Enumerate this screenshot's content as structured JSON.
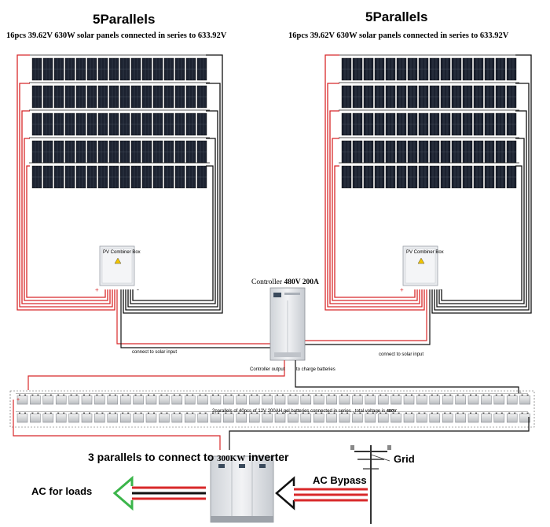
{
  "left_array": {
    "title": "5Parallels",
    "subtitle": "16pcs 39.62V 630W solar panels connected in series to 633.92V",
    "rows": 5,
    "panels_per_row": 16
  },
  "right_array": {
    "title": "5Parallels",
    "subtitle": "16pcs 39.62V 630W solar panels connected in series to 633.92V",
    "rows": 5,
    "panels_per_row": 16
  },
  "combiner_box": {
    "label": "PV Combiner Box",
    "plus": "+",
    "minus": "-"
  },
  "controller": {
    "label_prefix": "Controller ",
    "label_value": "480V 200A"
  },
  "connect_left": "connect to solar input",
  "connect_right": "connect to solar input",
  "controller_output": "Controller output",
  "to_charge": "to charge batteries",
  "battery": {
    "caption_prefix": "2parallels of",
    "caption_middle": "40pcs of 12V 200AH gel batteries connected in series , total voltage is",
    "caption_voltage": "480V",
    "rows": 2,
    "per_row": 40,
    "plus": "+",
    "minus": "-"
  },
  "inverter_label_prefix": "3 parallels to connect to",
  "inverter_label_value": "300KW",
  "inverter_label_suffix": " inverter",
  "grid": "Grid",
  "ac_bypass": "AC Bypass",
  "ac_loads": "AC for loads",
  "colors": {
    "panel": "#1c2230",
    "panel_cell_line": "#5a6476",
    "positive_wire": "#d8282a",
    "negative_wire": "#111111",
    "arrow_green": "#3bb54a",
    "cabinet": "#e4e6ea"
  }
}
